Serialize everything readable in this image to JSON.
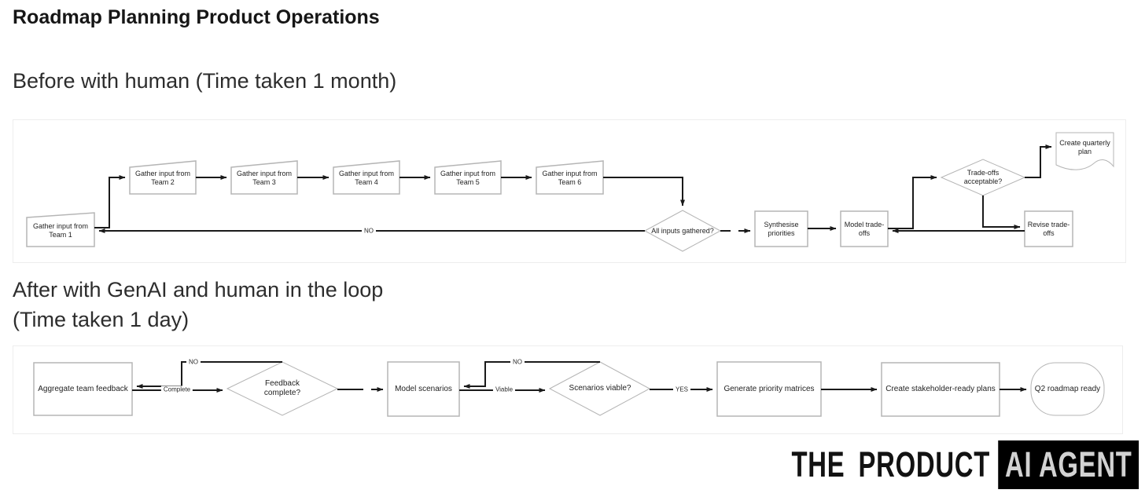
{
  "page": {
    "title": "Roadmap Planning Product Operations"
  },
  "sections": {
    "before": {
      "heading": "Before with human (Time taken 1 month)"
    },
    "after": {
      "heading_line1": "After with GenAI and human in the loop",
      "heading_line2": "(Time taken 1 day)"
    }
  },
  "flow_before": {
    "nodes": {
      "team1": {
        "label": "Gather input from Team 1",
        "shape": "manual-input"
      },
      "team2": {
        "label": "Gather input from Team 2",
        "shape": "manual-input"
      },
      "team3": {
        "label": "Gather input from Team 3",
        "shape": "manual-input"
      },
      "team4": {
        "label": "Gather input from Team 4",
        "shape": "manual-input"
      },
      "team5": {
        "label": "Gather input from Team 5",
        "shape": "manual-input"
      },
      "team6": {
        "label": "Gather input from Team 6",
        "shape": "manual-input"
      },
      "all_inputs": {
        "label": "All inputs gathered?",
        "shape": "decision"
      },
      "synthesise": {
        "label": "Synthesise priorities",
        "shape": "process"
      },
      "model_tradeoffs": {
        "label": "Model trade-offs",
        "shape": "process"
      },
      "tradeoffs_ok": {
        "label": "Trade-offs acceptable?",
        "shape": "decision"
      },
      "quarterly_plan": {
        "label": "Create quarterly plan",
        "shape": "document"
      },
      "revise": {
        "label": "Revise trade-offs",
        "shape": "process"
      }
    },
    "edge_labels": {
      "no_loop": "NO"
    }
  },
  "flow_after": {
    "nodes": {
      "aggregate": {
        "label": "Aggregate team feedback",
        "shape": "process"
      },
      "feedback_complete": {
        "label": "Feedback complete?",
        "shape": "decision"
      },
      "model_scenarios": {
        "label": "Model scenarios",
        "shape": "process"
      },
      "scenarios_viable": {
        "label": "Scenarios viable?",
        "shape": "decision"
      },
      "generate_matrices": {
        "label": "Generate priority matrices",
        "shape": "process"
      },
      "stakeholder_plans": {
        "label": "Create stakeholder-ready plans",
        "shape": "process"
      },
      "roadmap_ready": {
        "label": "Q2 roadmap ready",
        "shape": "terminator"
      }
    },
    "edge_labels": {
      "complete": "Complete",
      "no1": "NO",
      "viable": "Viable",
      "no2": "NO",
      "yes": "YES"
    }
  },
  "logo": {
    "left": "THE PRODUCT",
    "right": "AI AGENT",
    "bg": "#000000",
    "fg": "#d2d2d2"
  },
  "colors": {
    "line": "#1a1a1a",
    "shape_border": "#b5b5b5",
    "canvas_border": "#ededed"
  }
}
